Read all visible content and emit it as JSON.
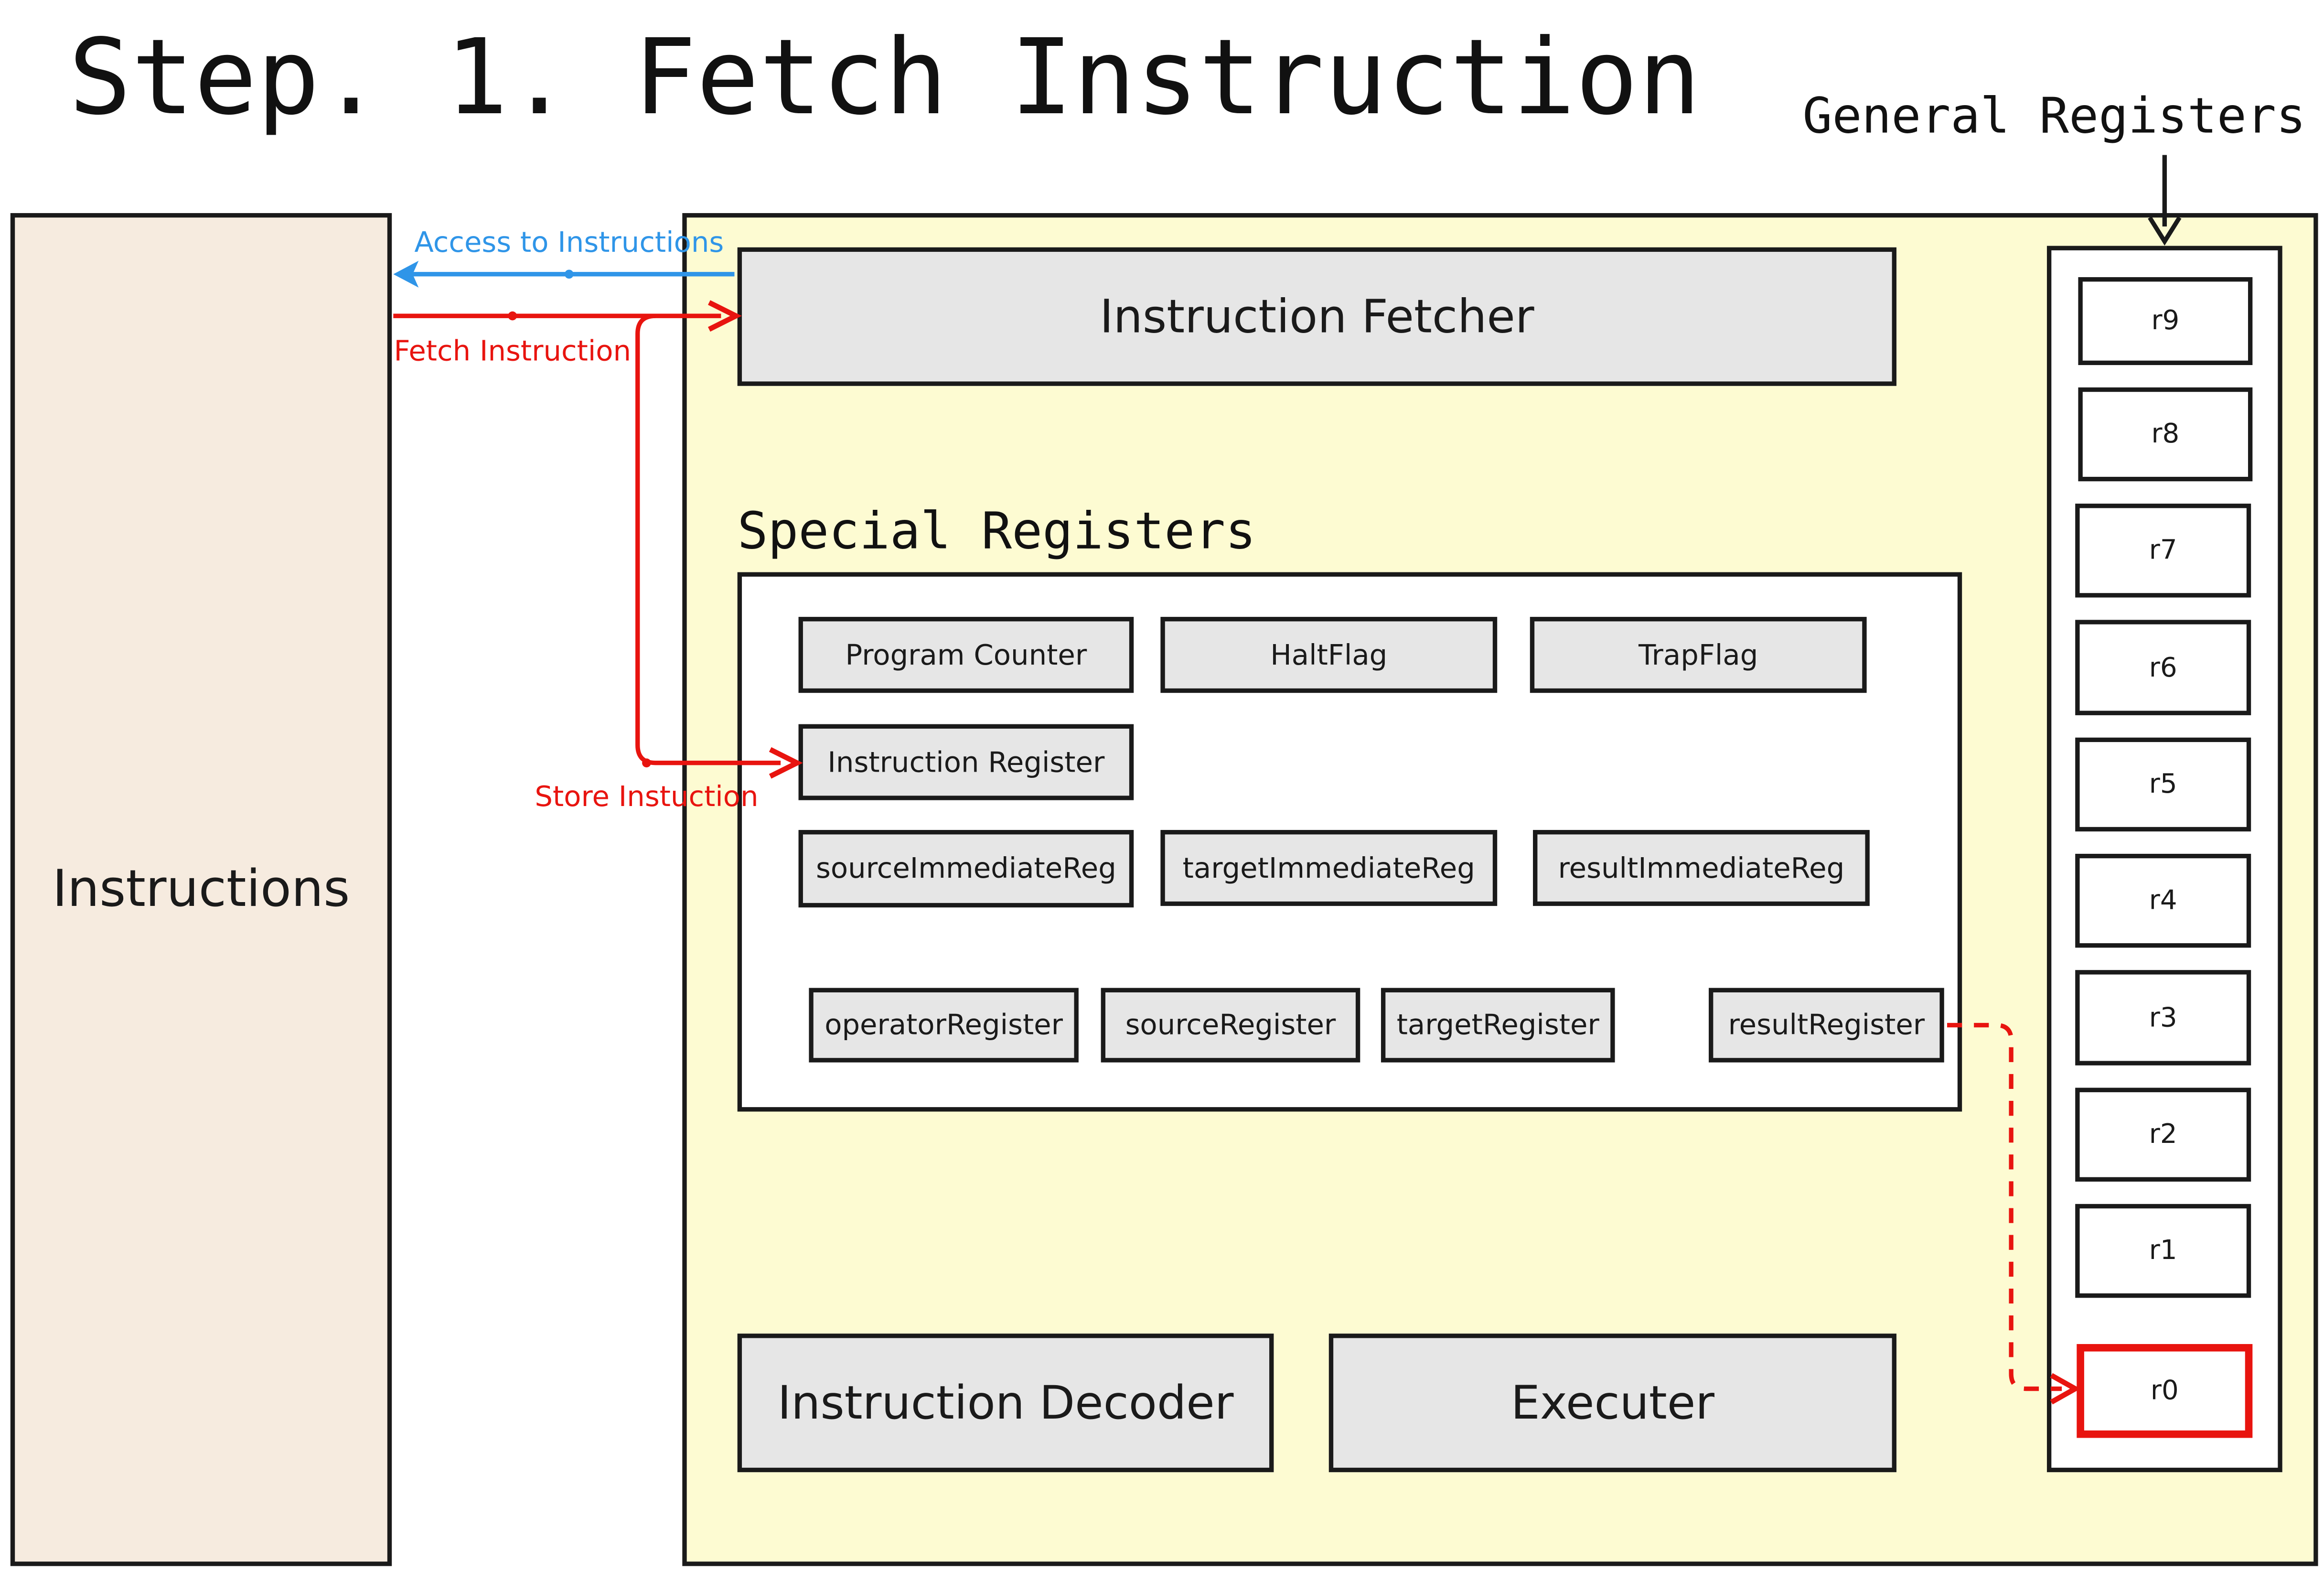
{
  "title": "Step. 1. Fetch Instruction",
  "general_registers_label": "General Registers",
  "special_registers_label": "Special Registers",
  "instructions_label": "Instructions",
  "fetcher_label": "Instruction Fetcher",
  "decoder_label": "Instruction Decoder",
  "executer_label": "Executer",
  "special_registers": {
    "program_counter": "Program Counter",
    "halt_flag": "HaltFlag",
    "trap_flag": "TrapFlag",
    "instruction_register": "Instruction Register",
    "source_immediate": "sourceImmediateReg",
    "target_immediate": "targetImmediateReg",
    "result_immediate": "resultImmediateReg",
    "operator_register": "operatorRegister",
    "source_register": "sourceRegister",
    "target_register": "targetRegister",
    "result_register": "resultRegister"
  },
  "general_registers": [
    "r9",
    "r8",
    "r7",
    "r6",
    "r5",
    "r4",
    "r3",
    "r2",
    "r1",
    "r0"
  ],
  "arrows": {
    "access": "Access to Instructions",
    "fetch": "Fetch Instruction",
    "store": "Store Instuction"
  },
  "colors": {
    "access_arrow": "#2f95e8",
    "fetch_arrow": "#e8140f",
    "highlight_register": "#e8140f",
    "cpu_background": "#fdfbd2",
    "memory_background": "#f6ebdf",
    "register_fill": "#e6e6e6"
  }
}
